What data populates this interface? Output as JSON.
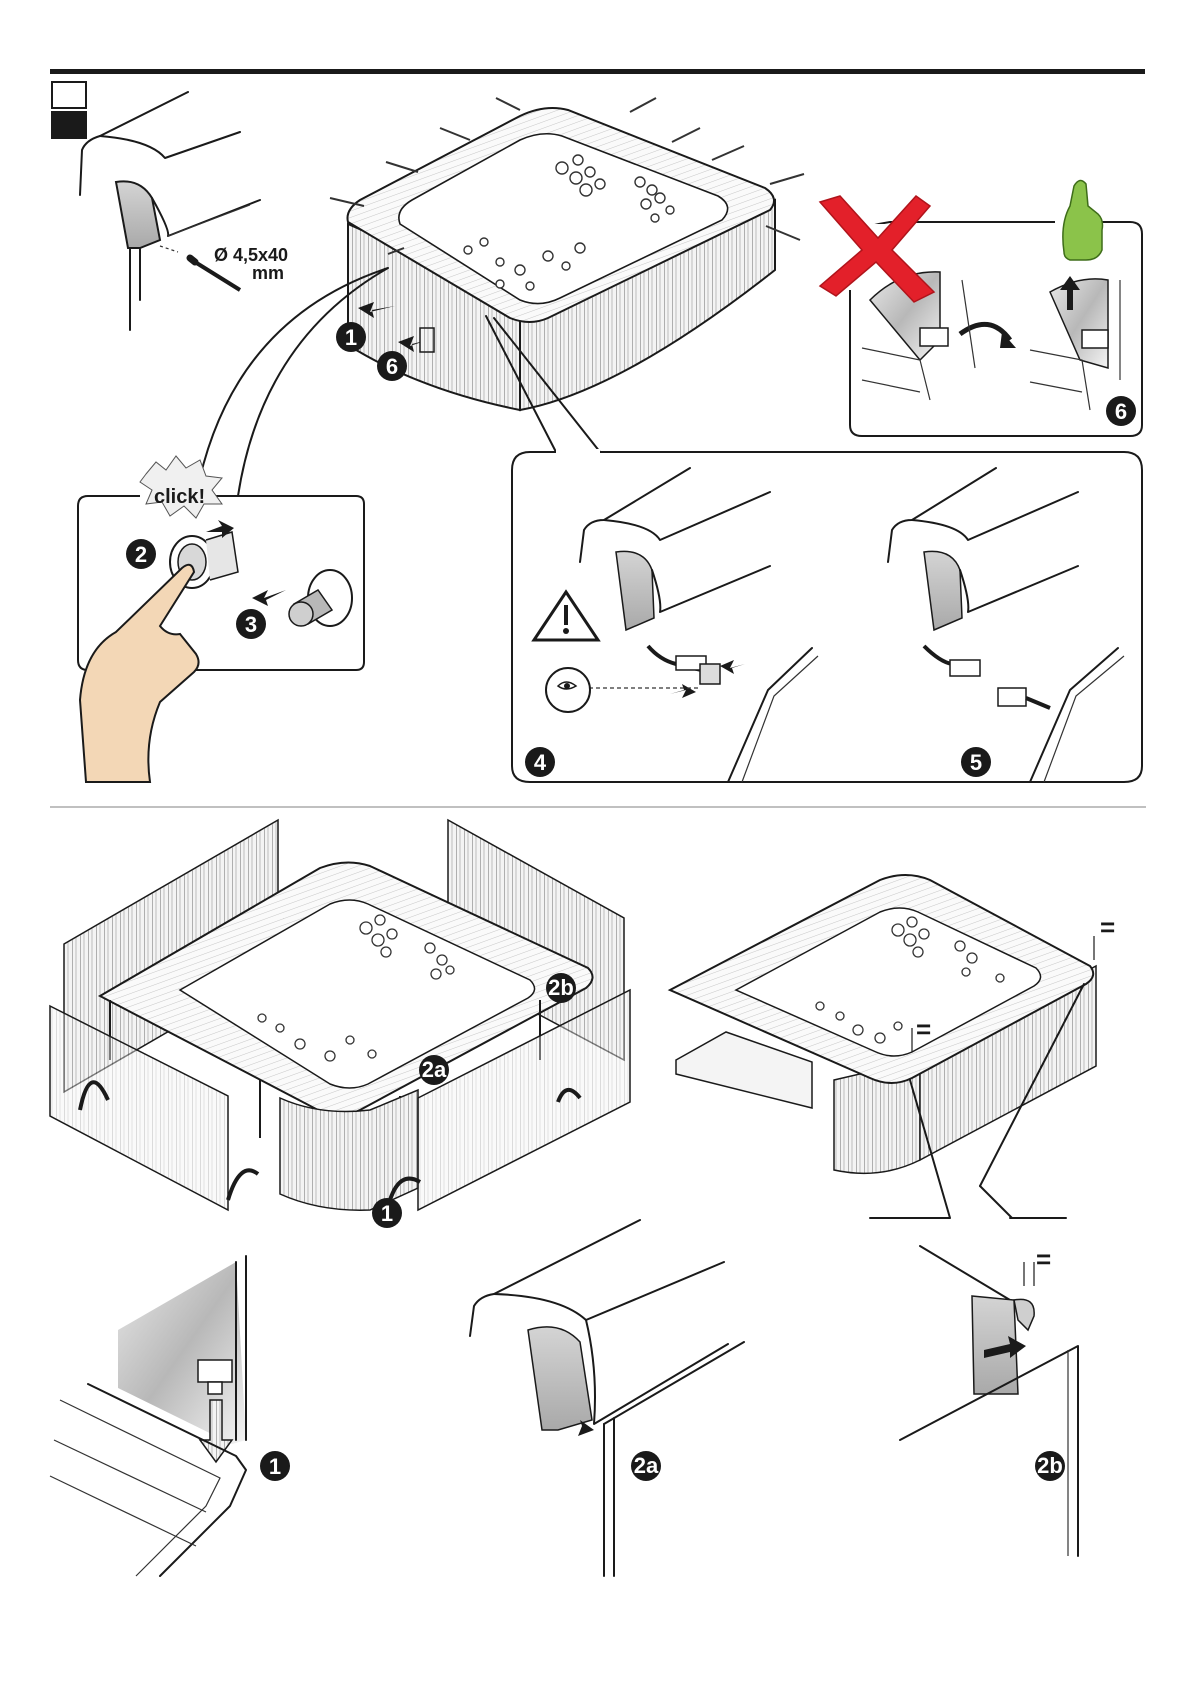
{
  "legend": {
    "boxes": [
      {
        "fill": "#ffffff"
      },
      {
        "fill": "#1a1a1a"
      }
    ]
  },
  "labels": {
    "screw_spec_line1": "Ø 4,5x40",
    "screw_spec_line2": "mm",
    "click_text": "click!",
    "equal_sign": "="
  },
  "steps": {
    "s1_top": "1",
    "s6_top": "6",
    "s2": "2",
    "s3": "3",
    "s6_box": "6",
    "s4": "4",
    "s5": "5",
    "s1_mid": "1",
    "s2a_mid": "2a",
    "s2b_mid": "2b",
    "s1_bot": "1",
    "s2a_bot": "2a",
    "s2b_bot": "2b"
  },
  "colors": {
    "cross_red": "#e3202a",
    "thumb_green": "#8bc34a",
    "ink": "#1a1a1a",
    "panel_grey": "#cfcfcf",
    "step_badge": "#1a1a1a"
  },
  "icons": [
    "warning-triangle-icon",
    "eye-icon",
    "cross-icon",
    "thumbs-up-icon",
    "pointing-hand-icon",
    "screw-icon",
    "arrow-icon"
  ]
}
